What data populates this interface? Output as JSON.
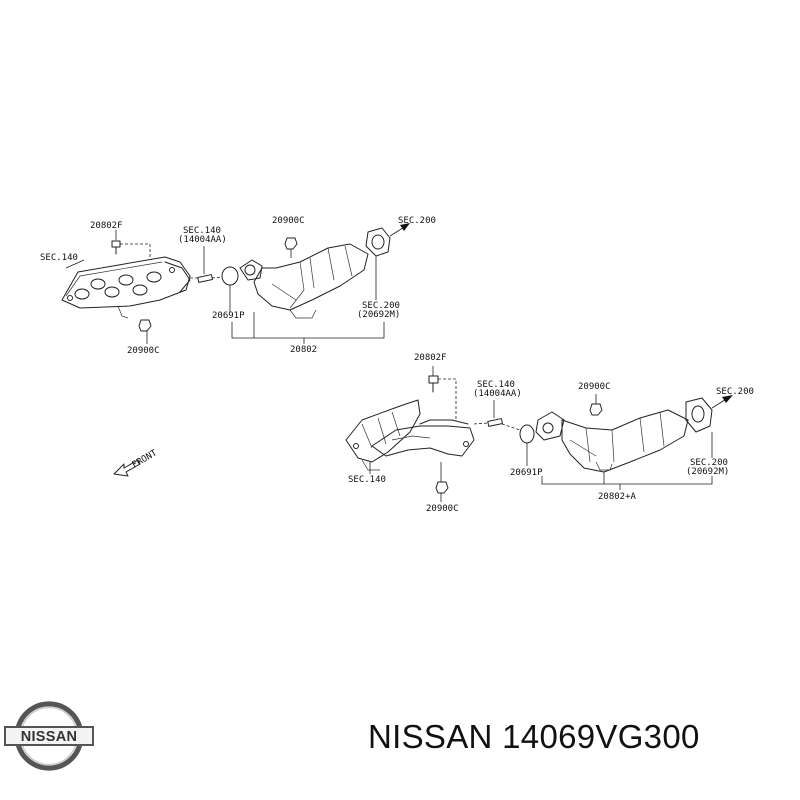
{
  "diagram": {
    "upper": {
      "part_20802f": "20802F",
      "sec140": "SEC.140",
      "sec140_ref": "SEC.140",
      "sec140_code": "(14004AA)",
      "nut_top": "20900C",
      "sec200_arrow": "SEC.200",
      "sec200_ref": "SEC.200",
      "sec200_code": "(20692M)",
      "gasket": "20691P",
      "nut_bottom": "20900C",
      "assembly": "20802"
    },
    "lower": {
      "part_20802f": "20802F",
      "sec140_ref": "SEC.140",
      "sec140_code": "(14004AA)",
      "nut_top": "20900C",
      "sec200_arrow": "SEC.200",
      "sec200_ref": "SEC.200",
      "sec200_code": "(20692M)",
      "gasket": "20691P",
      "sec140": "SEC.140",
      "nut_bottom": "20900C",
      "assembly": "20802+A"
    },
    "front_label": "FRONT"
  },
  "brand": {
    "logo_text": "NISSAN"
  },
  "caption": "NISSAN 14069VG300"
}
